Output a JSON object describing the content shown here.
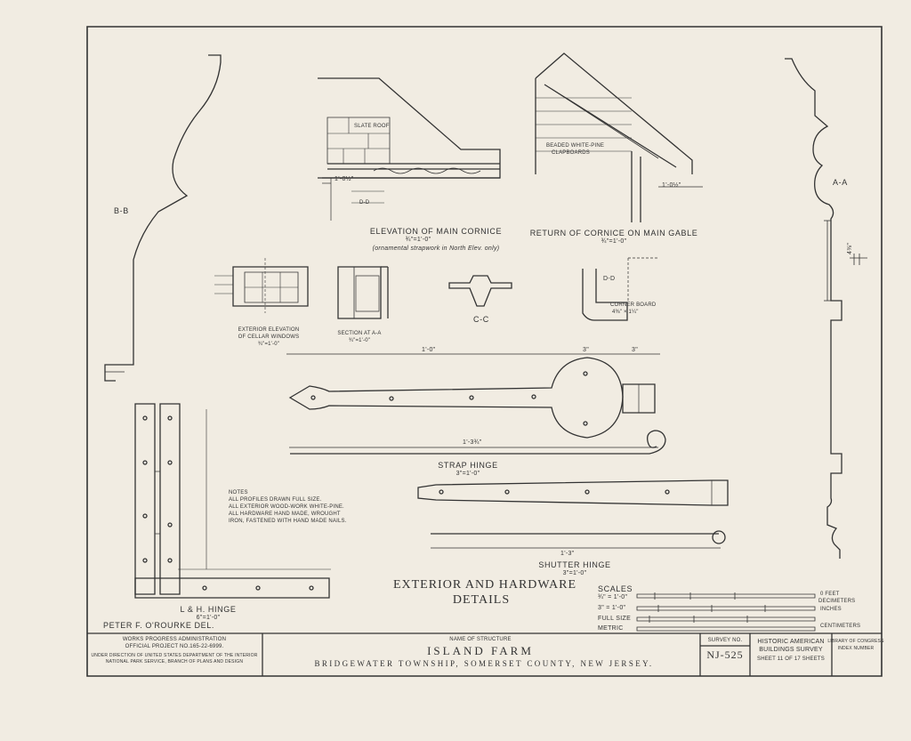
{
  "labels": {
    "bb": "B-B",
    "aa": "A-A",
    "slate_roof": "SLATE ROOF",
    "beaded_clapboards_1": "BEADED WHITE-PINE",
    "beaded_clapboards_2": "CLAPBOARDS",
    "elev_main_cornice": "ELEVATION OF MAIN CORNICE",
    "elev_main_cornice_scale": "¾\"=1'-0\"",
    "elev_main_cornice_note": "(ornamental strapwork in North Elev. only)",
    "return_cornice": "RETURN OF CORNICE ON MAIN GABLE",
    "return_cornice_scale": "¾\"=1'-0\"",
    "dim_1_0_half": "1'-0½\"",
    "dim_1_0_half_b": "1'-0½\"",
    "ext_elev_1": "EXTERIOR ELEVATION",
    "ext_elev_2": "OF CELLAR WINDOWS",
    "ext_elev_scale": "¾\"=1'-0\"",
    "section_aa": "SECTION AT A-A",
    "section_aa_scale": "¾\"=1'-0\"",
    "cc": "C-C",
    "dd": "D-D",
    "dd_small": "D-D",
    "corner_board": "CORNER BOARD",
    "corner_board_dim": "4⅜\" × 1¼\"",
    "strap_hinge": "STRAP HINGE",
    "strap_hinge_scale": "3\"=1'-0\"",
    "strap_dim_top": "1'-0\"",
    "strap_dim_3a": "3\"",
    "strap_dim_3b": "3\"",
    "strap_dim_bottom": "1'-3¾\"",
    "shutter_hinge": "SHUTTER HINGE",
    "shutter_hinge_scale": "3\"=1'-0\"",
    "shutter_dim": "1'-3\"",
    "lh_hinge": "L & H. HINGE",
    "lh_hinge_scale": "6\"=1'-0\"",
    "dim_4_3_8": "4⅜\"",
    "notes_1": "NOTES",
    "notes_2": "ALL PROFILES DRAWN FULL SIZE.",
    "notes_3": "ALL EXTERIOR WOOD-WORK WHITE-PINE.",
    "notes_4": "ALL HARDWARE HAND MADE, WROUGHT",
    "notes_5": "IRON, FASTENED WITH HAND MADE NAILS.",
    "details_title_1": "EXTERIOR AND HARDWARE",
    "details_title_2": "DETAILS",
    "scales_title": "SCALES",
    "scale_1": "¾\" = 1'-0\"",
    "scale_2": "3\" = 1'-0\"",
    "scale_3": "FULL SIZE",
    "scale_4": "METRIC",
    "scale_feet": "0 FEET",
    "scale_inches": "INCHES",
    "scale_decimeters": "DECIMETERS",
    "scale_cm": "CENTIMETERS",
    "delineator": "PETER F. O'ROURKE DEL."
  },
  "title_block": {
    "wpa_1": "WORKS PROGRESS ADMINISTRATION",
    "wpa_2": "OFFICIAL PROJECT No.165-22-6999.",
    "wpa_3": "UNDER DIRECTION OF UNITED STATES DEPARTMENT OF THE INTERIOR",
    "wpa_4": "NATIONAL PARK SERVICE, BRANCH OF PLANS AND DESIGN",
    "name_label": "NAME OF STRUCTURE",
    "name": "ISLAND FARM",
    "location": "BRIDGEWATER TOWNSHIP, SOMERSET COUNTY, NEW JERSEY.",
    "survey_label": "SURVEY NO.",
    "survey_no": "NJ-525",
    "habs_1": "HISTORIC AMERICAN",
    "habs_2": "BUILDINGS SURVEY",
    "sheet": "SHEET 11 OF 17 SHEETS",
    "lib_1": "LIBRARY OF CONGRESS",
    "lib_2": "INDEX NUMBER"
  },
  "colors": {
    "paper": "#f1ece2",
    "ink": "#2b2b2b"
  }
}
